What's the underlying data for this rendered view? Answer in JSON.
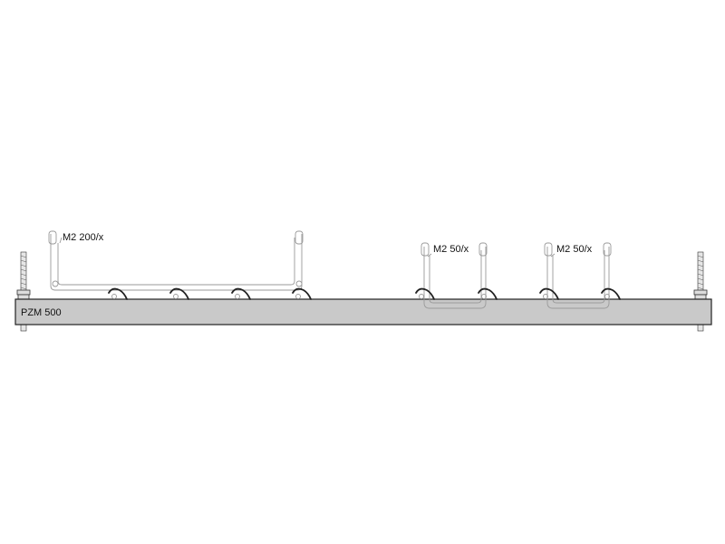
{
  "beam": {
    "label": "PZM 500"
  },
  "trays": [
    {
      "label": "M2 200/x"
    },
    {
      "label": "M2 50/x"
    },
    {
      "label": "M2 50/x"
    }
  ],
  "icons": {
    "rod": "threaded-rod-icon",
    "clip": "fastening-clip-icon"
  }
}
